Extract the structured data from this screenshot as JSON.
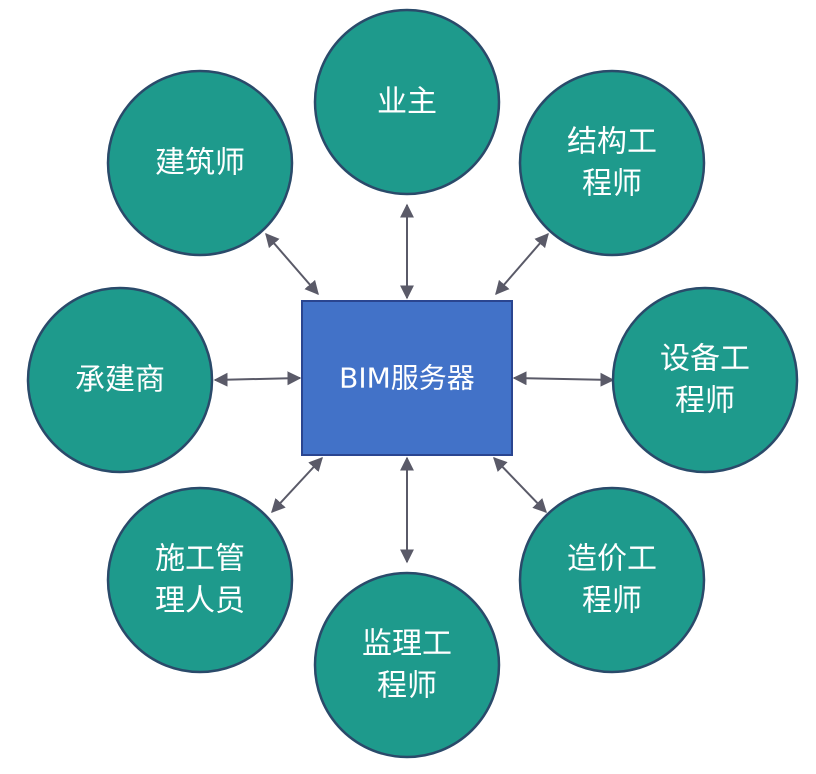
{
  "colors": {
    "node_fill": "#1e9a8c",
    "hub_fill": "#4272c8",
    "connector": "#5a5a68",
    "text": "#ffffff"
  },
  "hub": {
    "label": "BIM服务器"
  },
  "nodes": [
    {
      "id": "owner",
      "lines": [
        "业主"
      ]
    },
    {
      "id": "architect",
      "lines": [
        "建筑师"
      ]
    },
    {
      "id": "structural-engineer",
      "lines": [
        "结构工",
        "程师"
      ]
    },
    {
      "id": "contractor",
      "lines": [
        "承建商"
      ]
    },
    {
      "id": "equipment-engineer",
      "lines": [
        "设备工",
        "程师"
      ]
    },
    {
      "id": "construction-manager",
      "lines": [
        "施工管",
        "理人员"
      ]
    },
    {
      "id": "cost-engineer",
      "lines": [
        "造价工",
        "程师"
      ]
    },
    {
      "id": "supervision-engineer",
      "lines": [
        "监理工",
        "程师"
      ]
    }
  ]
}
